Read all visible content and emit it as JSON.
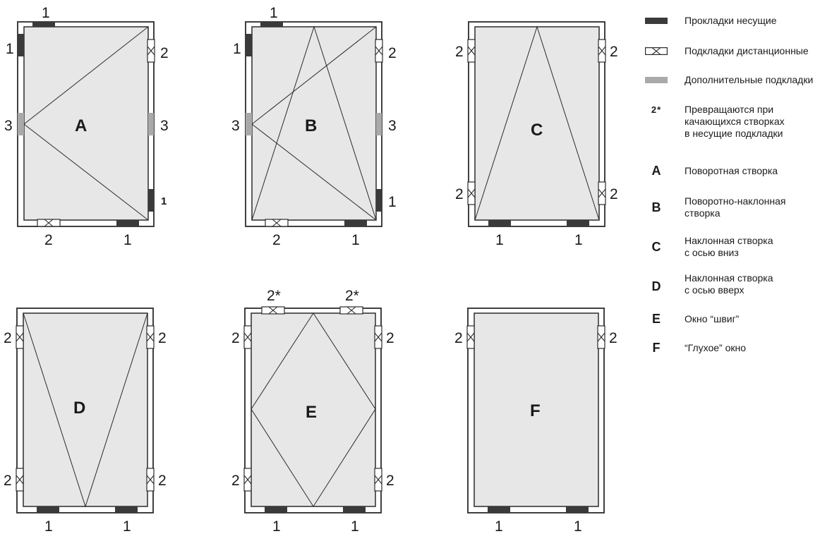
{
  "colors": {
    "frame_stroke": "#2b2b2b",
    "pane_fill": "#e6e7e6",
    "load_block": "#3a3a3c",
    "extra_block": "#a9a9a9",
    "spacer_fill": "#ffffff"
  },
  "panels": [
    {
      "id": "A",
      "letter": "A",
      "labels": {
        "top": "1",
        "left_top": "1",
        "left_mid": "3",
        "right_top": "2",
        "right_mid": "3",
        "right_bottom": "1",
        "bottom_left": "2",
        "bottom_right": "1"
      }
    },
    {
      "id": "B",
      "letter": "B",
      "labels": {
        "top": "1",
        "left_top": "1",
        "left_mid": "3",
        "right_top": "2",
        "right_mid": "3",
        "right_bottom": "1",
        "bottom_left": "2",
        "bottom_right": "1"
      }
    },
    {
      "id": "C",
      "letter": "C",
      "labels": {
        "left_top": "2",
        "right_top": "2",
        "left_bottom": "2",
        "right_bottom": "2",
        "bottom_left": "1",
        "bottom_right": "1"
      }
    },
    {
      "id": "D",
      "letter": "D",
      "labels": {
        "left_top": "2",
        "right_top": "2",
        "left_bottom": "2",
        "right_bottom": "2",
        "bottom_left": "1",
        "bottom_right": "1"
      }
    },
    {
      "id": "E",
      "letter": "E",
      "labels": {
        "top_left": "2*",
        "top_right": "2*",
        "left_top": "2",
        "right_top": "2",
        "left_bottom": "2",
        "right_bottom": "2",
        "bottom_left": "1",
        "bottom_right": "1"
      }
    },
    {
      "id": "F",
      "letter": "F",
      "labels": {
        "left_top": "2",
        "right_top": "2",
        "bottom_left": "1",
        "bottom_right": "1"
      }
    }
  ],
  "legend": {
    "items": [
      {
        "symbol": "load-bearing-block",
        "text": "Прокладки несущие"
      },
      {
        "symbol": "spacer-block",
        "text": "Подкладки дистанционные"
      },
      {
        "symbol": "extra-block",
        "text": "Дополнительные подкладки"
      },
      {
        "symbol": "2*",
        "text": "Превращаются при\nкачающихся створках\nв несущие подкладки"
      },
      {
        "symbol": "A",
        "text": "Поворотная створка"
      },
      {
        "symbol": "B",
        "text": "Поворотно-наклонная\nстворка"
      },
      {
        "symbol": "C",
        "text": "Наклонная створка\nс осью вниз"
      },
      {
        "symbol": "D",
        "text": "Наклонная створка\nс осью вверх"
      },
      {
        "symbol": "E",
        "text": "Окно “швиг”"
      },
      {
        "symbol": "F",
        "text": "“Глухое” окно"
      }
    ]
  }
}
